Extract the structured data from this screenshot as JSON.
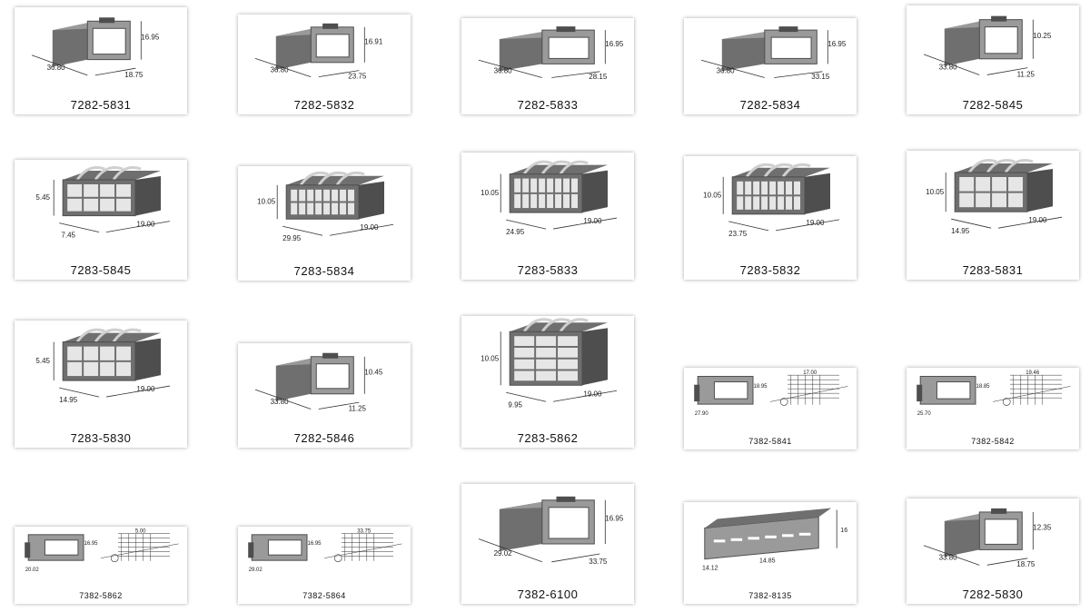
{
  "catalog": {
    "items": [
      {
        "part": "7282-5831",
        "kind": "housing",
        "dims": [
          "36.80",
          "16.95",
          "18.75"
        ]
      },
      {
        "part": "7282-5832",
        "kind": "housing",
        "dims": [
          "36.80",
          "16.91",
          "23.75"
        ]
      },
      {
        "part": "7282-5833",
        "kind": "housing-wide",
        "dims": [
          "36.80",
          "16.95",
          "28.15"
        ]
      },
      {
        "part": "7282-5834",
        "kind": "housing-wide",
        "dims": [
          "36.80",
          "16.95",
          "33.15"
        ]
      },
      {
        "part": "7282-5845",
        "kind": "housing-small",
        "dims": [
          "33.80",
          "10.25",
          "11.25"
        ]
      },
      {
        "part": "7283-5845",
        "kind": "terminal",
        "dims": [
          "7.45",
          "5.45",
          "19.00"
        ]
      },
      {
        "part": "7283-5834",
        "kind": "terminal-wide",
        "dims": [
          "29.95",
          "10.05",
          "19.00"
        ]
      },
      {
        "part": "7283-5833",
        "kind": "terminal-wide",
        "dims": [
          "24.95",
          "10.05",
          "19.00"
        ]
      },
      {
        "part": "7283-5832",
        "kind": "terminal-wide",
        "dims": [
          "23.75",
          "10.05",
          "19.00"
        ]
      },
      {
        "part": "7283-5831",
        "kind": "terminal",
        "dims": [
          "14.95",
          "10.05",
          "19.00"
        ]
      },
      {
        "part": "7283-5830",
        "kind": "terminal",
        "dims": [
          "14.95",
          "5.45",
          "19.00"
        ]
      },
      {
        "part": "7282-5846",
        "kind": "housing-small",
        "dims": [
          "33.80",
          "10.45",
          "11.25"
        ]
      },
      {
        "part": "7283-5862",
        "kind": "terminal-tall",
        "dims": [
          "9.95",
          "10.05",
          "19.00"
        ]
      },
      {
        "part": "7382-5841",
        "kind": "drawing",
        "dims": [
          "27.90",
          "18.95",
          "17.00"
        ]
      },
      {
        "part": "7382-5842",
        "kind": "drawing",
        "dims": [
          "25.70",
          "18.85",
          "19.46"
        ]
      },
      {
        "part": "7382-5862",
        "kind": "drawing",
        "dims": [
          "20.02",
          "16.95",
          "5.00"
        ]
      },
      {
        "part": "7382-5864",
        "kind": "drawing",
        "dims": [
          "29.02",
          "16.95",
          "33.75"
        ]
      },
      {
        "part": "7382-6100",
        "kind": "housing-wide",
        "dims": [
          "29.02",
          "16.95",
          "33.75"
        ]
      },
      {
        "part": "7382-8135",
        "kind": "housing-long",
        "dims": [
          "14.12",
          "14.85",
          "16"
        ]
      },
      {
        "part": "7282-5830",
        "kind": "housing-small",
        "dims": [
          "33.80",
          "12.35",
          "18.75"
        ]
      }
    ]
  },
  "colors": {
    "body": "#6f6f6f",
    "bodyLight": "#9a9a9a",
    "bodyDark": "#4e4e4e",
    "line": "#333333"
  }
}
